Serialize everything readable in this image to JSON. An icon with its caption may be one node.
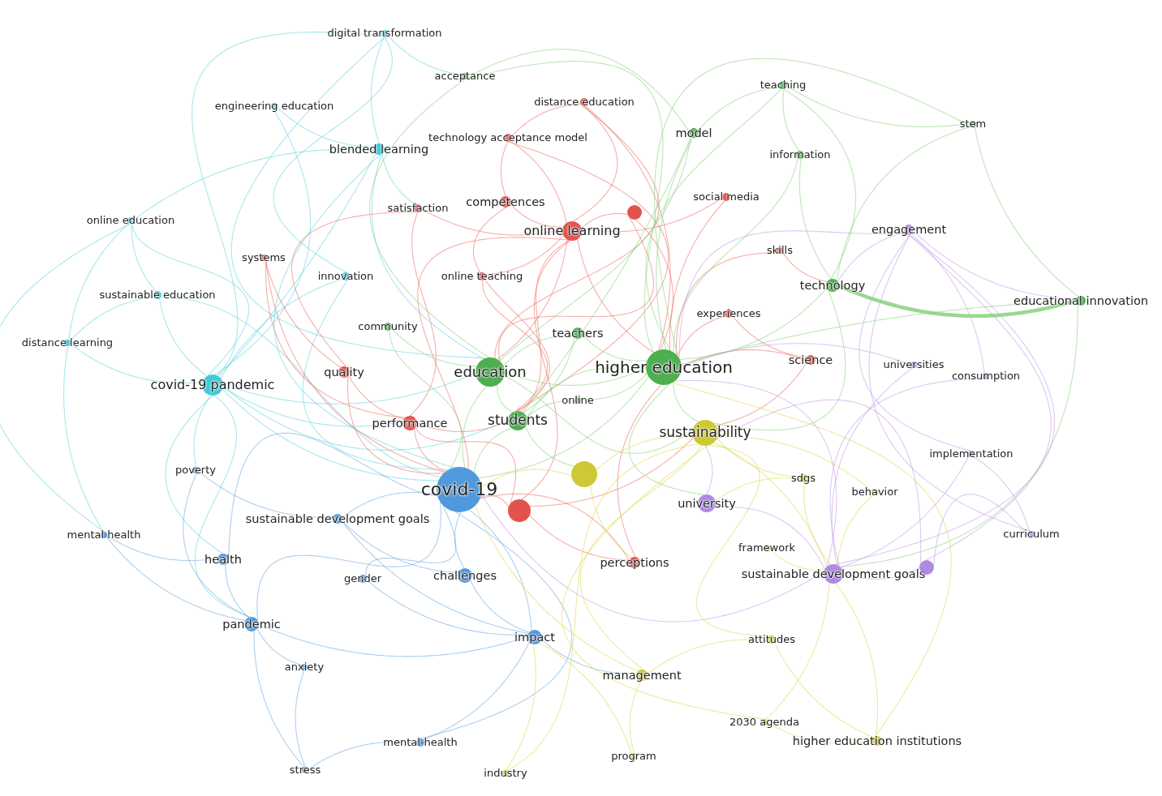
{
  "diagram": {
    "nodes": [
      {
        "text": [
          "digital transformation"
        ]
      },
      {
        "text": [
          "engineering education"
        ]
      },
      {
        "text": [
          "acceptance"
        ]
      },
      {
        "text": [
          "distance education"
        ]
      },
      {
        "text": [
          "teaching"
        ]
      },
      {
        "text": [
          "stem"
        ]
      },
      {
        "text": [
          "technology acceptance model"
        ]
      },
      {
        "text": [
          "model"
        ]
      },
      {
        "text": [
          "blended learning"
        ]
      },
      {
        "text": [
          "information"
        ]
      },
      {
        "text": [
          "online education"
        ]
      },
      {
        "text": [
          "satisfaction"
        ]
      },
      {
        "text": [
          "competences"
        ]
      },
      {
        "text": [
          "social media"
        ]
      },
      {
        "text": [],
        "shape": "circle"
      },
      {
        "text": [
          "online learning"
        ]
      },
      {
        "text": [
          "engagement"
        ]
      },
      {
        "text": [
          "systems"
        ]
      },
      {
        "text": [
          "innovation"
        ]
      },
      {
        "text": [
          "online teaching"
        ]
      },
      {
        "text": [
          "skills"
        ]
      },
      {
        "text": [
          "sustainable education"
        ]
      },
      {
        "text": [
          "technology"
        ]
      },
      {
        "text": [
          "educational innovation"
        ]
      },
      {
        "text": [
          "community"
        ]
      },
      {
        "text": [
          "experiences"
        ]
      },
      {
        "text": [
          "teachers"
        ]
      },
      {
        "text": [
          "distance learning"
        ]
      },
      {
        "text": [
          "science"
        ]
      },
      {
        "text": [
          "universities"
        ]
      },
      {
        "text": [
          "quality"
        ]
      },
      {
        "text": [
          "education"
        ]
      },
      {
        "text": [
          "higher education"
        ]
      },
      {
        "text": [
          "covid-19 pandemic"
        ]
      },
      {
        "text": [
          "consumption"
        ]
      },
      {
        "text": [
          "online"
        ]
      },
      {
        "text": [
          "performance"
        ]
      },
      {
        "text": [
          "students"
        ]
      },
      {
        "text": [
          "sustainability"
        ]
      },
      {
        "text": [
          "implementation"
        ]
      },
      {
        "text": [],
        "shape": "circle"
      },
      {
        "text": [
          "covid-19"
        ]
      },
      {
        "text": [
          "poverty"
        ]
      },
      {
        "text": [
          "sdgs"
        ]
      },
      {
        "text": [
          "behavior"
        ]
      },
      {
        "text": [
          "university"
        ]
      },
      {
        "text": [],
        "shape": "circle"
      },
      {
        "text": [
          "sustainable development goals"
        ]
      },
      {
        "text": [
          "mental health"
        ]
      },
      {
        "text": [
          "curriculum"
        ]
      },
      {
        "text": [
          "framework"
        ]
      },
      {
        "text": [
          "health"
        ]
      },
      {
        "text": [
          "perceptions"
        ]
      },
      {
        "text": [
          "sustainable development goals"
        ]
      },
      {
        "text": [],
        "shape": "circle"
      },
      {
        "text": [
          "gender"
        ]
      },
      {
        "text": [
          "challenges"
        ]
      },
      {
        "text": [
          "pandemic"
        ]
      },
      {
        "text": [
          "impact"
        ]
      },
      {
        "text": [
          "attitudes"
        ]
      },
      {
        "text": [
          "anxiety"
        ]
      },
      {
        "text": [
          "management"
        ]
      },
      {
        "text": [
          "2030 agenda"
        ]
      },
      {
        "text": [
          "higher education institutions"
        ]
      },
      {
        "text": [
          "mental-health"
        ]
      },
      {
        "text": [
          "stress"
        ]
      },
      {
        "text": [
          "industry"
        ]
      },
      {
        "text": [
          "program"
        ]
      }
    ],
    "edges": [
      {
        "from": 0,
        "to": 8,
        "arrow": "none",
        "color": "#5fd3e0"
      },
      {
        "from": 0,
        "to": 2,
        "arrow": "none",
        "color": "#5fd3e0"
      },
      {
        "from": 0,
        "to": 18,
        "arrow": "none",
        "color": "#5fd3e0"
      },
      {
        "from": 0,
        "to": 33,
        "arrow": "none",
        "color": "#5fd3e0"
      },
      {
        "from": 0,
        "to": 31,
        "arrow": "none",
        "color": "#5fd3e0"
      },
      {
        "from": 1,
        "to": 8,
        "arrow": "none",
        "color": "#5fd3e0"
      },
      {
        "from": 1,
        "to": 33,
        "arrow": "none",
        "color": "#5fd3e0"
      },
      {
        "from": 8,
        "to": 33,
        "arrow": "none",
        "color": "#5fd3e0"
      },
      {
        "from": 8,
        "to": 31,
        "arrow": "none",
        "color": "#5fd3e0"
      },
      {
        "from": 8,
        "to": 41,
        "arrow": "none",
        "color": "#5fd3e0"
      },
      {
        "from": 8,
        "to": 11,
        "arrow": "none",
        "color": "#5fd3e0"
      },
      {
        "from": 8,
        "to": 10,
        "arrow": "none",
        "color": "#5fd3e0"
      },
      {
        "from": 10,
        "to": 33,
        "arrow": "none",
        "color": "#5fd3e0"
      },
      {
        "from": 10,
        "to": 21,
        "arrow": "none",
        "color": "#5fd3e0"
      },
      {
        "from": 10,
        "to": 27,
        "arrow": "none",
        "color": "#5fd3e0"
      },
      {
        "from": 10,
        "to": 48,
        "arrow": "none",
        "color": "#5fd3e0"
      },
      {
        "from": 18,
        "to": 33,
        "arrow": "none",
        "color": "#5fd3e0"
      },
      {
        "from": 18,
        "to": 41,
        "arrow": "none",
        "color": "#5fd3e0"
      },
      {
        "from": 21,
        "to": 33,
        "arrow": "none",
        "color": "#5fd3e0"
      },
      {
        "from": 21,
        "to": 27,
        "arrow": "none",
        "color": "#5fd3e0"
      },
      {
        "from": 21,
        "to": 41,
        "arrow": "none",
        "color": "#5fd3e0"
      },
      {
        "from": 27,
        "to": 33,
        "arrow": "none",
        "color": "#5fd3e0"
      },
      {
        "from": 27,
        "to": 48,
        "arrow": "none",
        "color": "#5fd3e0"
      },
      {
        "from": 33,
        "to": 41,
        "arrow": "none",
        "color": "#5fd3e0"
      },
      {
        "from": 33,
        "to": 31,
        "arrow": "none",
        "color": "#5fd3e0"
      },
      {
        "from": 33,
        "to": 37,
        "arrow": "none",
        "color": "#5fd3e0"
      },
      {
        "from": 33,
        "to": 42,
        "arrow": "none",
        "color": "#5fd3e0"
      },
      {
        "from": 33,
        "to": 51,
        "arrow": "none",
        "color": "#5fd3e0"
      },
      {
        "from": 33,
        "to": 57,
        "arrow": "none",
        "color": "#5fd3e0"
      },
      {
        "from": 33,
        "to": 36,
        "arrow": "none",
        "color": "#5fd3e0"
      },
      {
        "from": 3,
        "to": 15,
        "arrow": "none"
      },
      {
        "from": 3,
        "to": 6,
        "arrow": "none"
      },
      {
        "from": 3,
        "to": 32,
        "arrow": "none"
      },
      {
        "from": 3,
        "to": 31,
        "arrow": "none"
      },
      {
        "from": 6,
        "to": 15,
        "arrow": "none"
      },
      {
        "from": 6,
        "to": 12,
        "arrow": "none"
      },
      {
        "from": 6,
        "to": 37,
        "arrow": "none"
      },
      {
        "from": 11,
        "to": 15,
        "arrow": "none"
      },
      {
        "from": 11,
        "to": 36,
        "arrow": "none"
      },
      {
        "from": 11,
        "to": 30,
        "arrow": "none"
      },
      {
        "from": 12,
        "to": 15,
        "arrow": "none"
      },
      {
        "from": 12,
        "to": 37,
        "arrow": "none"
      },
      {
        "from": 13,
        "to": 15,
        "arrow": "none"
      },
      {
        "from": 13,
        "to": 32,
        "arrow": "none"
      },
      {
        "from": 14,
        "to": 15,
        "arrow": "none"
      },
      {
        "from": 14,
        "to": 32,
        "arrow": "none"
      },
      {
        "from": 14,
        "to": 31,
        "arrow": "none"
      },
      {
        "from": 15,
        "to": 31,
        "arrow": "none"
      },
      {
        "from": 15,
        "to": 32,
        "arrow": "none"
      },
      {
        "from": 15,
        "to": 37,
        "arrow": "none"
      },
      {
        "from": 15,
        "to": 41,
        "arrow": "none"
      },
      {
        "from": 15,
        "to": 46,
        "arrow": "none"
      },
      {
        "from": 17,
        "to": 30,
        "arrow": "none"
      },
      {
        "from": 17,
        "to": 36,
        "arrow": "none"
      },
      {
        "from": 17,
        "to": 41,
        "arrow": "none"
      },
      {
        "from": 19,
        "to": 15,
        "arrow": "none"
      },
      {
        "from": 19,
        "to": 37,
        "arrow": "none"
      },
      {
        "from": 20,
        "to": 32,
        "arrow": "none"
      },
      {
        "from": 20,
        "to": 22,
        "arrow": "none"
      },
      {
        "from": 25,
        "to": 32,
        "arrow": "none"
      },
      {
        "from": 25,
        "to": 28,
        "arrow": "none"
      },
      {
        "from": 28,
        "to": 32,
        "arrow": "none"
      },
      {
        "from": 28,
        "to": 38,
        "arrow": "none"
      },
      {
        "from": 30,
        "to": 41,
        "arrow": "none"
      },
      {
        "from": 30,
        "to": 36,
        "arrow": "none"
      },
      {
        "from": 36,
        "to": 37,
        "arrow": "none"
      },
      {
        "from": 36,
        "to": 41,
        "arrow": "none"
      },
      {
        "from": 36,
        "to": 46,
        "arrow": "none"
      },
      {
        "from": 46,
        "to": 41,
        "arrow": "none"
      },
      {
        "from": 46,
        "to": 52,
        "arrow": "none"
      },
      {
        "from": 46,
        "to": 38,
        "arrow": "none"
      },
      {
        "from": 52,
        "to": 32,
        "arrow": "none"
      },
      {
        "from": 52,
        "to": 41,
        "arrow": "none"
      },
      {
        "from": 2,
        "to": 31,
        "arrow": "none",
        "color": "#86d27a"
      },
      {
        "from": 2,
        "to": 32,
        "arrow": "none",
        "color": "#86d27a"
      },
      {
        "from": 2,
        "to": 7,
        "arrow": "none",
        "color": "#86d27a"
      },
      {
        "from": 4,
        "to": 32,
        "arrow": "none",
        "color": "#86d27a"
      },
      {
        "from": 4,
        "to": 9,
        "arrow": "none",
        "color": "#86d27a"
      },
      {
        "from": 4,
        "to": 7,
        "arrow": "none",
        "color": "#86d27a"
      },
      {
        "from": 4,
        "to": 22,
        "arrow": "none",
        "color": "#86d27a"
      },
      {
        "from": 4,
        "to": 5,
        "arrow": "none",
        "color": "#86d27a"
      },
      {
        "from": 5,
        "to": 23,
        "arrow": "none",
        "color": "#86d27a"
      },
      {
        "from": 5,
        "to": 32,
        "arrow": "none",
        "color": "#86d27a"
      },
      {
        "from": 5,
        "to": 22,
        "arrow": "none",
        "color": "#86d27a"
      },
      {
        "from": 7,
        "to": 32,
        "arrow": "none",
        "color": "#86d27a"
      },
      {
        "from": 7,
        "to": 31,
        "arrow": "none",
        "color": "#86d27a"
      },
      {
        "from": 7,
        "to": 37,
        "arrow": "none",
        "color": "#86d27a"
      },
      {
        "from": 9,
        "to": 32,
        "arrow": "none",
        "color": "#86d27a"
      },
      {
        "from": 9,
        "to": 22,
        "arrow": "none",
        "color": "#86d27a"
      },
      {
        "from": 22,
        "to": 32,
        "arrow": "none",
        "color": "#86d27a"
      },
      {
        "from": 22,
        "to": 23,
        "arrow": "none",
        "style": "thick",
        "color": "#86d27a"
      },
      {
        "from": 22,
        "to": 38,
        "arrow": "none",
        "color": "#86d27a"
      },
      {
        "from": 23,
        "to": 32,
        "arrow": "none",
        "color": "#86d27a"
      },
      {
        "from": 23,
        "to": 53,
        "arrow": "none",
        "color": "#86d27a"
      },
      {
        "from": 24,
        "to": 31,
        "arrow": "none",
        "color": "#86d27a"
      },
      {
        "from": 24,
        "to": 41,
        "arrow": "none",
        "color": "#86d27a"
      },
      {
        "from": 26,
        "to": 31,
        "arrow": "none",
        "color": "#86d27a"
      },
      {
        "from": 26,
        "to": 32,
        "arrow": "none",
        "color": "#86d27a"
      },
      {
        "from": 26,
        "to": 37,
        "arrow": "none",
        "color": "#86d27a"
      },
      {
        "from": 31,
        "to": 32,
        "arrow": "none",
        "color": "#86d27a"
      },
      {
        "from": 31,
        "to": 37,
        "arrow": "none",
        "color": "#86d27a"
      },
      {
        "from": 31,
        "to": 41,
        "arrow": "none",
        "color": "#86d27a"
      },
      {
        "from": 31,
        "to": 38,
        "arrow": "none",
        "color": "#86d27a"
      },
      {
        "from": 32,
        "to": 37,
        "arrow": "none",
        "color": "#86d27a"
      },
      {
        "from": 32,
        "to": 41,
        "arrow": "none",
        "color": "#86d27a"
      },
      {
        "from": 32,
        "to": 38,
        "arrow": "none",
        "color": "#86d27a"
      },
      {
        "from": 32,
        "to": 45,
        "arrow": "none",
        "color": "#86d27a"
      },
      {
        "from": 35,
        "to": 32,
        "arrow": "none",
        "color": "#86d27a"
      },
      {
        "from": 35,
        "to": 37,
        "arrow": "none",
        "color": "#86d27a"
      },
      {
        "from": 37,
        "to": 41,
        "arrow": "none",
        "color": "#86d27a"
      },
      {
        "from": 37,
        "to": 40,
        "arrow": "none",
        "color": "#86d27a"
      },
      {
        "from": 41,
        "to": 47,
        "arrow": "none",
        "color": "#6aa8e3"
      },
      {
        "from": 41,
        "to": 56,
        "arrow": "none",
        "color": "#6aa8e3"
      },
      {
        "from": 41,
        "to": 58,
        "arrow": "none",
        "color": "#6aa8e3"
      },
      {
        "from": 41,
        "to": 51,
        "arrow": "none",
        "color": "#6aa8e3"
      },
      {
        "from": 41,
        "to": 57,
        "arrow": "none",
        "color": "#6aa8e3"
      },
      {
        "from": 41,
        "to": 55,
        "arrow": "none",
        "color": "#6aa8e3"
      },
      {
        "from": 42,
        "to": 47,
        "arrow": "none",
        "color": "#6aa8e3"
      },
      {
        "from": 42,
        "to": 57,
        "arrow": "none",
        "color": "#6aa8e3"
      },
      {
        "from": 47,
        "to": 56,
        "arrow": "none",
        "color": "#6aa8e3"
      },
      {
        "from": 47,
        "to": 58,
        "arrow": "none",
        "color": "#6aa8e3"
      },
      {
        "from": 48,
        "to": 51,
        "arrow": "none",
        "color": "#6aa8e3"
      },
      {
        "from": 48,
        "to": 57,
        "arrow": "none",
        "color": "#6aa8e3"
      },
      {
        "from": 51,
        "to": 57,
        "arrow": "none",
        "color": "#6aa8e3"
      },
      {
        "from": 55,
        "to": 58,
        "arrow": "none",
        "color": "#6aa8e3"
      },
      {
        "from": 56,
        "to": 58,
        "arrow": "none",
        "color": "#6aa8e3"
      },
      {
        "from": 57,
        "to": 60,
        "arrow": "none",
        "color": "#6aa8e3"
      },
      {
        "from": 57,
        "to": 58,
        "arrow": "none",
        "color": "#6aa8e3"
      },
      {
        "from": 60,
        "to": 65,
        "arrow": "none",
        "color": "#6aa8e3"
      },
      {
        "from": 64,
        "to": 58,
        "arrow": "none",
        "color": "#6aa8e3"
      },
      {
        "from": 64,
        "to": 65,
        "arrow": "none",
        "color": "#6aa8e3"
      },
      {
        "from": 64,
        "to": 41,
        "arrow": "none",
        "color": "#6aa8e3"
      },
      {
        "from": 65,
        "to": 57,
        "arrow": "none",
        "color": "#6aa8e3"
      },
      {
        "from": 58,
        "to": 61,
        "arrow": "none",
        "color": "#6aa8e3"
      },
      {
        "from": 38,
        "to": 40,
        "arrow": "none",
        "color": "#dcd84c"
      },
      {
        "from": 38,
        "to": 43,
        "arrow": "none",
        "color": "#dcd84c"
      },
      {
        "from": 38,
        "to": 53,
        "arrow": "none",
        "color": "#dcd84c"
      },
      {
        "from": 38,
        "to": 61,
        "arrow": "none",
        "color": "#dcd84c"
      },
      {
        "from": 40,
        "to": 41,
        "arrow": "none",
        "color": "#dcd84c"
      },
      {
        "from": 40,
        "to": 52,
        "arrow": "none",
        "color": "#dcd84c"
      },
      {
        "from": 43,
        "to": 53,
        "arrow": "none",
        "color": "#dcd84c"
      },
      {
        "from": 43,
        "to": 45,
        "arrow": "none",
        "color": "#dcd84c"
      },
      {
        "from": 44,
        "to": 53,
        "arrow": "none",
        "color": "#dcd84c"
      },
      {
        "from": 44,
        "to": 38,
        "arrow": "none",
        "color": "#dcd84c"
      },
      {
        "from": 50,
        "to": 53,
        "arrow": "none",
        "color": "#dcd84c"
      },
      {
        "from": 59,
        "to": 38,
        "arrow": "none",
        "color": "#dcd84c"
      },
      {
        "from": 59,
        "to": 61,
        "arrow": "none",
        "color": "#dcd84c"
      },
      {
        "from": 59,
        "to": 63,
        "arrow": "none",
        "color": "#dcd84c"
      },
      {
        "from": 61,
        "to": 41,
        "arrow": "none",
        "color": "#dcd84c"
      },
      {
        "from": 61,
        "to": 67,
        "arrow": "none",
        "color": "#dcd84c"
      },
      {
        "from": 62,
        "to": 53,
        "arrow": "none",
        "color": "#dcd84c"
      },
      {
        "from": 62,
        "to": 63,
        "arrow": "none",
        "color": "#dcd84c"
      },
      {
        "from": 62,
        "to": 38,
        "arrow": "none",
        "color": "#dcd84c"
      },
      {
        "from": 63,
        "to": 53,
        "arrow": "none",
        "color": "#dcd84c"
      },
      {
        "from": 63,
        "to": 32,
        "arrow": "none",
        "color": "#dcd84c"
      },
      {
        "from": 66,
        "to": 58,
        "arrow": "none",
        "color": "#dcd84c"
      },
      {
        "from": 66,
        "to": 38,
        "arrow": "none",
        "color": "#dcd84c"
      },
      {
        "from": 67,
        "to": 58,
        "arrow": "none",
        "color": "#dcd84c"
      },
      {
        "from": 16,
        "to": 32,
        "arrow": "none",
        "color": "#c29be8"
      },
      {
        "from": 16,
        "to": 22,
        "arrow": "none",
        "color": "#c29be8"
      },
      {
        "from": 16,
        "to": 53,
        "arrow": "none",
        "color": "#c29be8"
      },
      {
        "from": 16,
        "to": 23,
        "arrow": "none",
        "color": "#c29be8"
      },
      {
        "from": 29,
        "to": 53,
        "arrow": "none",
        "color": "#c29be8"
      },
      {
        "from": 29,
        "to": 32,
        "arrow": "none",
        "color": "#c29be8"
      },
      {
        "from": 34,
        "to": 53,
        "arrow": "none",
        "color": "#c29be8"
      },
      {
        "from": 34,
        "to": 16,
        "arrow": "none",
        "color": "#c29be8"
      },
      {
        "from": 39,
        "to": 53,
        "arrow": "none",
        "color": "#c29be8"
      },
      {
        "from": 39,
        "to": 16,
        "arrow": "none",
        "color": "#c29be8"
      },
      {
        "from": 45,
        "to": 53,
        "arrow": "none",
        "color": "#c29be8"
      },
      {
        "from": 45,
        "to": 38,
        "arrow": "none",
        "color": "#c29be8"
      },
      {
        "from": 49,
        "to": 54,
        "arrow": "none",
        "color": "#c29be8"
      },
      {
        "from": 49,
        "to": 16,
        "arrow": "none",
        "color": "#c29be8"
      },
      {
        "from": 49,
        "to": 39,
        "arrow": "none",
        "color": "#c29be8"
      },
      {
        "from": 53,
        "to": 54,
        "arrow": "none",
        "color": "#c29be8"
      },
      {
        "from": 53,
        "to": 32,
        "arrow": "none",
        "color": "#c29be8"
      },
      {
        "from": 53,
        "to": 41,
        "arrow": "none",
        "color": "#c29be8"
      },
      {
        "from": 54,
        "to": 16,
        "arrow": "none",
        "color": "#c29be8"
      },
      {
        "from": 54,
        "to": 38,
        "arrow": "none",
        "color": "#c29be8"
      }
    ]
  }
}
